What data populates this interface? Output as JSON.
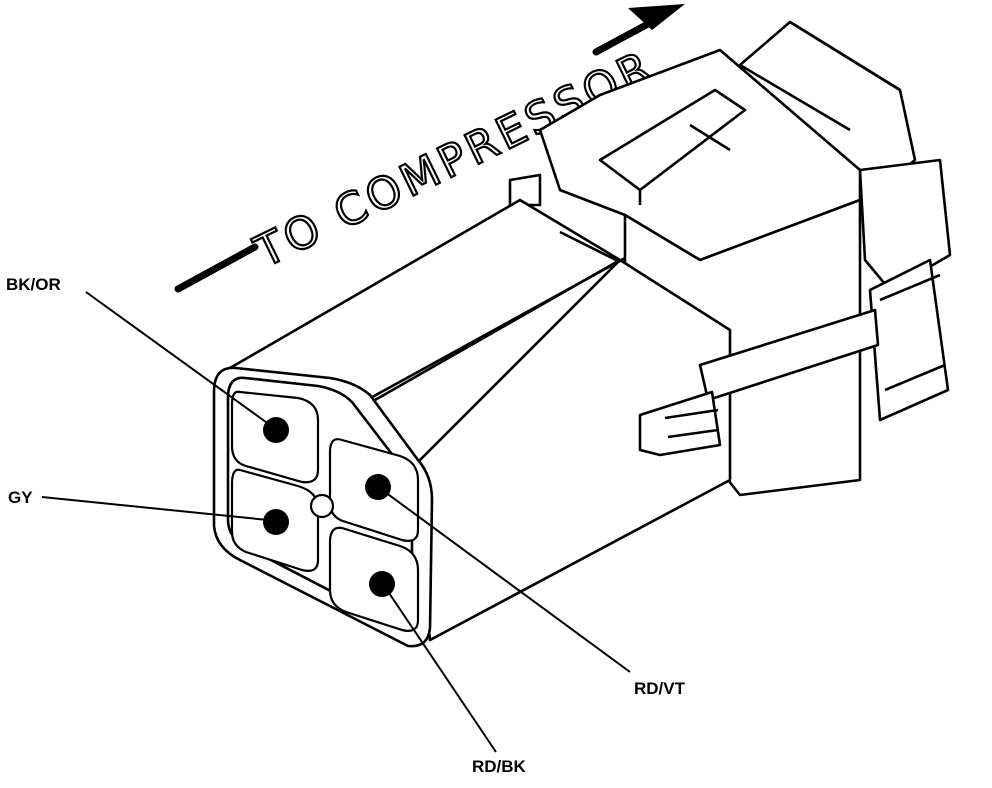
{
  "direction": {
    "text": "TO COMPRESSOR",
    "arrow": "arrow-right-icon"
  },
  "pins": [
    {
      "id": "bk-or",
      "label": "BK/OR"
    },
    {
      "id": "gy",
      "label": "GY"
    },
    {
      "id": "rd-vt",
      "label": "RD/VT"
    },
    {
      "id": "rd-bk",
      "label": "RD/BK"
    }
  ],
  "colors": {
    "line": "#000000",
    "background": "#ffffff",
    "pin": "#000000"
  }
}
